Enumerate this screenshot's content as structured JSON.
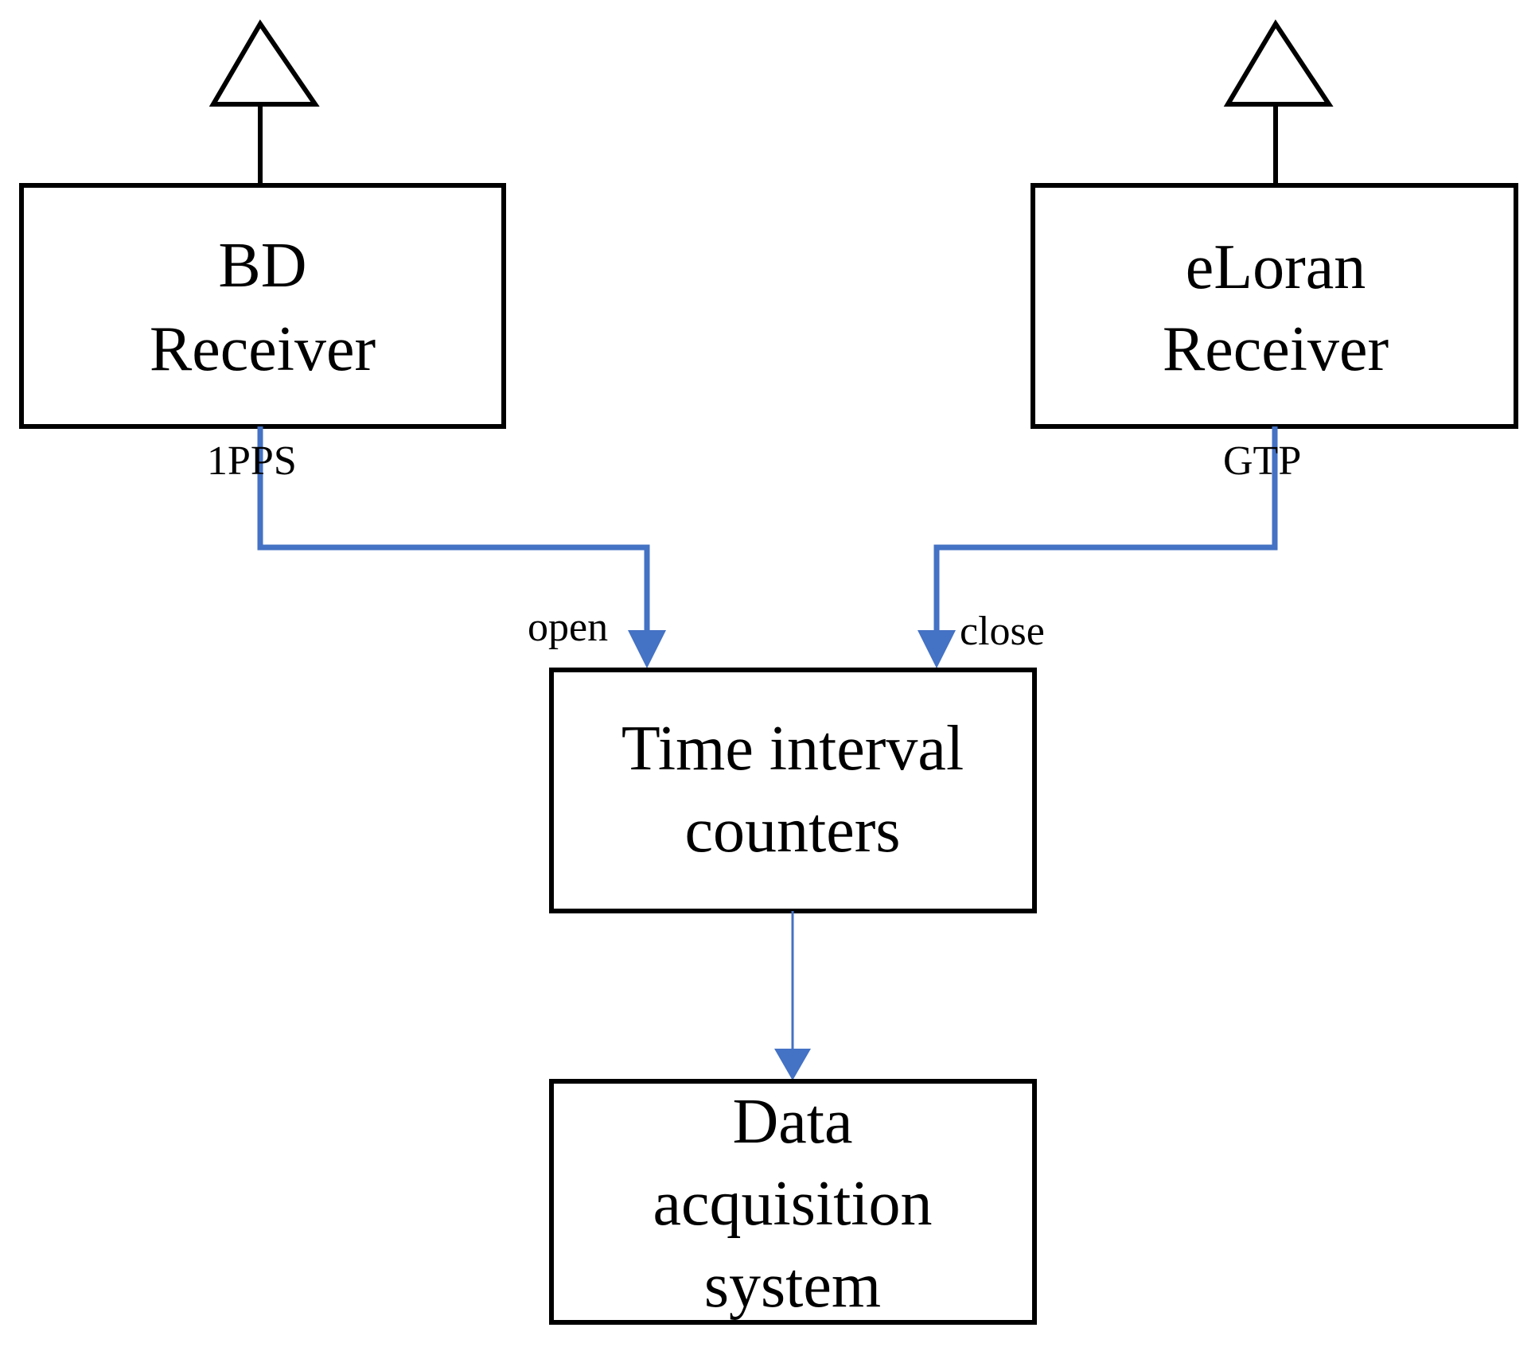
{
  "nodes": {
    "bd_receiver": {
      "line1": "BD",
      "line2": "Receiver"
    },
    "eloran_receiver": {
      "line1": "eLoran",
      "line2": "Receiver"
    },
    "time_interval_counters": {
      "line1": "Time interval",
      "line2": "counters"
    },
    "data_acquisition_system": {
      "line1": "Data",
      "line2": "acquisition",
      "line3": "system"
    }
  },
  "edges": {
    "bd_output": "1PPS",
    "eloran_output": "GTP",
    "open_input": "open",
    "close_input": "close"
  },
  "colors": {
    "box_stroke": "#000000",
    "connector": "#4472c4"
  },
  "icons": {
    "antenna": "antenna-triangle-icon"
  }
}
